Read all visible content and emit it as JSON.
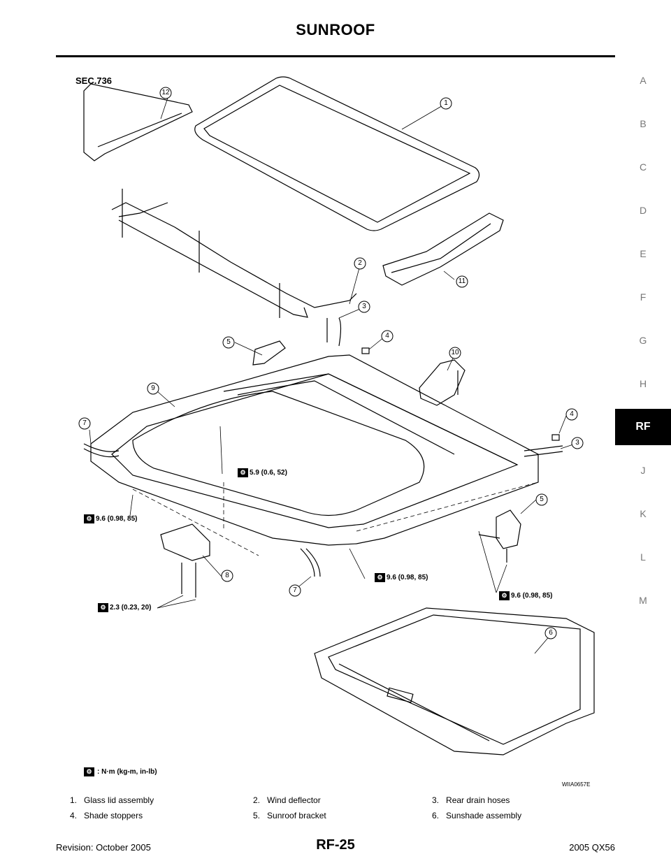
{
  "header": {
    "title": "SUNROOF"
  },
  "side_tabs": [
    "A",
    "B",
    "C",
    "D",
    "E",
    "F",
    "G",
    "H",
    "RF",
    "J",
    "K",
    "L",
    "M"
  ],
  "diagram": {
    "section": "SEC.736",
    "callouts": [
      "12",
      "1",
      "2",
      "3",
      "4",
      "5",
      "11",
      "10",
      "9",
      "7",
      "4",
      "3",
      "5",
      "8",
      "7",
      "6"
    ],
    "torques": {
      "t1": "5.9 (0.6, 52)",
      "t2": "9.6 (0.98, 85)",
      "t3": "9.6 (0.98, 85)",
      "t4": "9.6 (0.98, 85)",
      "t5": "2.3 (0.23, 20)"
    },
    "legend": ": N·m (kg-m, in-lb)",
    "figure_code": "WIIA0657E",
    "torque_icon": "torque-wrench-icon"
  },
  "parts": [
    {
      "num": "1.",
      "name": "Glass lid assembly"
    },
    {
      "num": "2.",
      "name": "Wind deflector"
    },
    {
      "num": "3.",
      "name": "Rear drain hoses"
    },
    {
      "num": "4.",
      "name": "Shade stoppers"
    },
    {
      "num": "5.",
      "name": "Sunroof bracket"
    },
    {
      "num": "6.",
      "name": "Sunshade assembly"
    }
  ],
  "footer": {
    "revision": "Revision: October 2005",
    "page": "RF-25",
    "model": "2005 QX56"
  }
}
